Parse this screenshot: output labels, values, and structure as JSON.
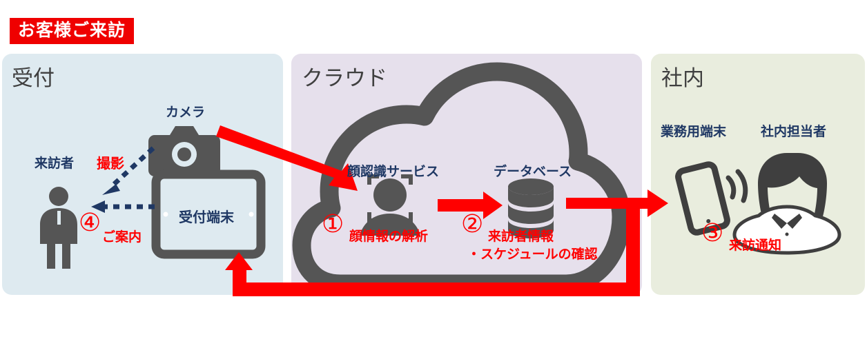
{
  "banner": {
    "label": "お客様ご来訪"
  },
  "panels": [
    {
      "key": "reception",
      "title": "受付",
      "color": "#deeaf0"
    },
    {
      "key": "cloud",
      "title": "クラウド",
      "color": "#e6e0ec"
    },
    {
      "key": "internal",
      "title": "社内",
      "color": "#e9edde"
    }
  ],
  "reception": {
    "camera_label": "カメラ",
    "visitor_label": "来訪者",
    "shoot_label": "撮影",
    "tablet_label": "受付端末",
    "step4_number": "④",
    "step4_label": "ご案内"
  },
  "cloud": {
    "face_service_label": "顔認識サービス",
    "database_label": "データベース",
    "step1_number": "①",
    "step1_label": "顔情報の解析",
    "step2_number": "②",
    "step2_label_line1": "来訪者情報",
    "step2_label_line2": "・スケジュールの確認"
  },
  "internal": {
    "device_label": "業務用端末",
    "staff_label": "社内担当者",
    "step3_number": "③",
    "step3_label": "来訪通知"
  },
  "colors": {
    "accent_red": "#ff0000",
    "banner_red": "#ef0000",
    "icon_gray": "#555555",
    "navy_text": "#1f3864",
    "title_gray": "#3f3f3f",
    "dotted_arrow_navy": "#1f3864"
  },
  "icons": {
    "camera": "camera-icon",
    "visitor": "person-icon",
    "tablet": "tablet-icon",
    "face_recognition": "face-recognition-icon",
    "database": "database-icon",
    "cloud": "cloud-outline-icon",
    "mobile": "mobile-notification-icon",
    "staff": "female-staff-icon"
  }
}
